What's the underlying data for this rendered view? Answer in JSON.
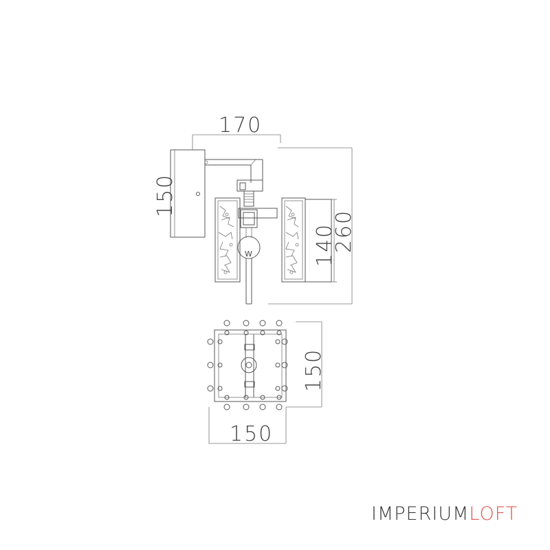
{
  "dimensions": {
    "side_width": "170",
    "side_height": "260",
    "shade_height": "140",
    "backplate_height": "150",
    "bottom_width": "150",
    "bottom_depth": "150"
  },
  "bulb_label": "W",
  "brand": {
    "part1": "IMPERIUM",
    "part2": "LOFT"
  },
  "colors": {
    "line": "#555555",
    "brand_dark": "#3b3b3b",
    "brand_accent": "#e0574f"
  }
}
